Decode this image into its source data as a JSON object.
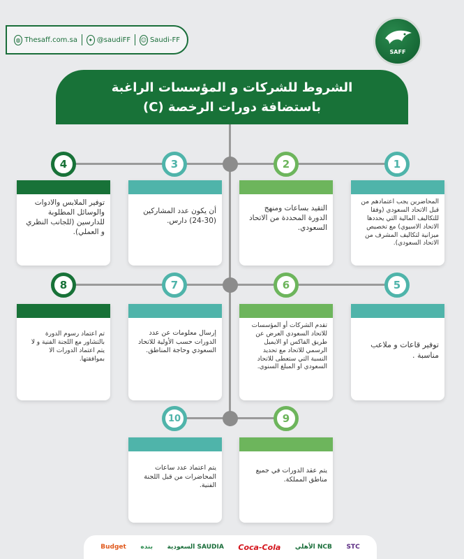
{
  "header": {
    "website": "Thesaff.com.sa",
    "twitter": "@saudiFF",
    "snapchat": "Saudi-FF",
    "logo_text": "SAFF"
  },
  "title": {
    "line1": "الشروط للشركات و المؤسسات الراغبة",
    "line2": "باستضافة دورات الرخصة (C)"
  },
  "colors": {
    "dark_green": "#187238",
    "teal": "#4fb4aa",
    "light_green": "#6db55c",
    "background": "#e9eaec"
  },
  "items": [
    {
      "number": "1",
      "text": "المحاضرين يجب اعتمادهم من قبل الاتحاد السعودي (وفقا للتكاليف المالية التي يحددها الاتحاد الاسيوي) مع تخصيص ميزانية لتكاليف المشرف من الاتحاد السعودي)."
    },
    {
      "number": "2",
      "text": "التقيد بساعات ومنهج الدورة المحددة من الاتحاد السعودي."
    },
    {
      "number": "3",
      "text": "أن يكون عدد المشاركين (30-24) دارس."
    },
    {
      "number": "4",
      "text": "توفير الملابس والادوات والوسائل المطلوبة للدارسين (للجانب النظري و العملي)."
    },
    {
      "number": "5",
      "text": "توفير قاعات و ملاعب مناسبة ."
    },
    {
      "number": "6",
      "text": "تقدم الشركات أو المؤسسات للاتحاد السعودي العرض عن طريق الفاكس او الايميل الرسمي للاتحاد مع  تحديد النسبة التي ستعطى للاتحاد السعودي او المبلغ السنوي."
    },
    {
      "number": "7",
      "text": "إرسال معلومات عن عدد الدورات حسب الأولية للاتحاد السعودي وحاجة المناطق."
    },
    {
      "number": "8",
      "text": "تم اعتماد رسوم الدورة بالتشاور مع اللجنة الفنية و لا يتم اعتماد الدورات الا بموافقتها."
    },
    {
      "number": "9",
      "text": "يتم عقد الدورات في جميع مناطق المملكة."
    },
    {
      "number": "10",
      "text": "يتم اعتماد عدد ساعات المحاضرات من قبل اللجنة الفنية."
    }
  ],
  "sponsors": [
    "Budget",
    "بنده",
    "السعودية SAUDIA",
    "Coca-Cola",
    "الأهلي NCB",
    "STC"
  ]
}
